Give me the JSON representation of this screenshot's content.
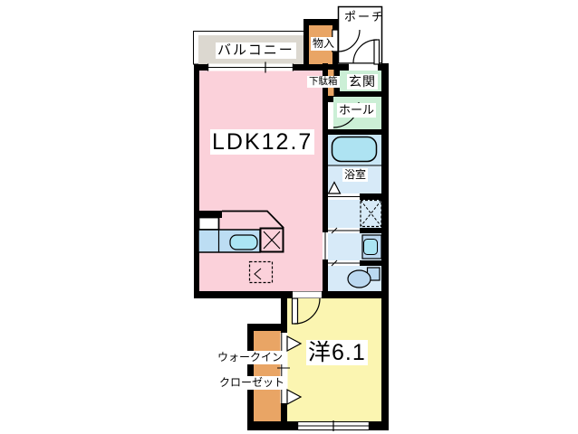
{
  "title": "apartment-floor-plan",
  "palette": {
    "wall": "#000000",
    "text": "#000000",
    "label_bg": "#ffffff",
    "ldk_pink": "#fbd1da",
    "balcony_beige": "#dcd8d0",
    "storage_orange": "#e9a565",
    "entry_green": "#cbefd6",
    "wet_blue": "#d7eaf8",
    "tub_zone_blue": "#c9e6f6",
    "tub_blue": "#aee3f2",
    "counter_blue": "#bcddf3",
    "sink_blue": "#abe5f3",
    "fixture_blue": "#bbd8f0",
    "bedroom_yellow": "#fbf5b1"
  },
  "rooms": {
    "balcony": {
      "label": "バルコニー"
    },
    "storage": {
      "label": "物入"
    },
    "porch": {
      "label": "ポーチ"
    },
    "shoe_cabinet": {
      "label": "下駄箱"
    },
    "entrance": {
      "label": "玄関"
    },
    "hall": {
      "label": "ホール"
    },
    "ldk": {
      "label": "LDK12.7"
    },
    "bathroom": {
      "label": "浴室"
    },
    "western_room": {
      "label": "洋6.1"
    },
    "walk_in_closet": {
      "label_line1": "ウォークイン",
      "label_line2": "クローゼット"
    }
  },
  "fixtures": [
    "bathtub-icon",
    "washing-machine-space-icon",
    "washbasin-icon",
    "toilet-icon",
    "kitchen-counter-icon",
    "kitchen-sink-icon",
    "stove-icon",
    "refrigerator-space-icon",
    "sliding-window-icon",
    "hinged-door-icon",
    "sliding-door-icon",
    "folding-door-icon"
  ]
}
